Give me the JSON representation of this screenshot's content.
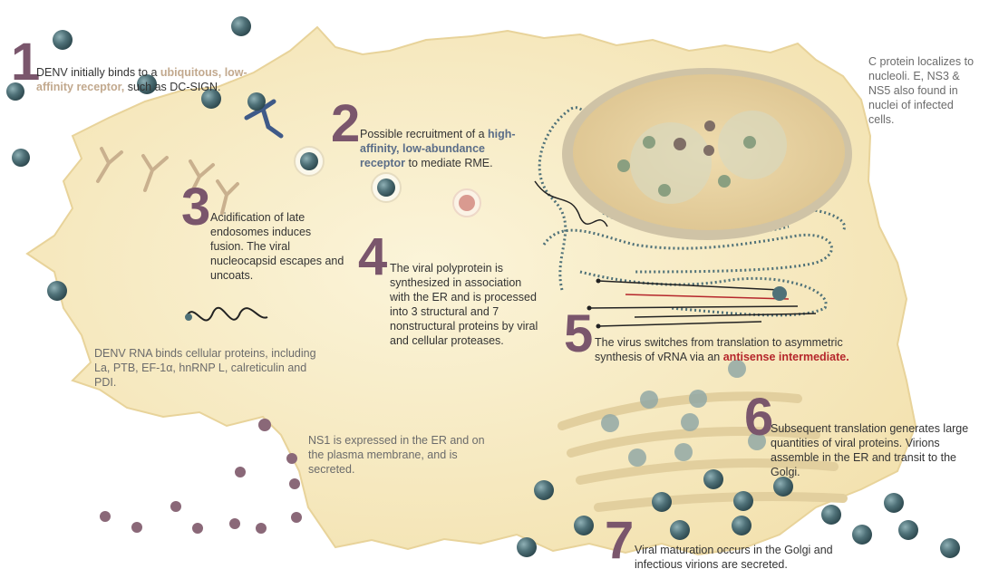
{
  "steps": [
    {
      "number": "1",
      "pre": "DENV initially binds to a ",
      "hl": "ubiquitous, low-affinity receptor,",
      "post": " such as DC-SIGN."
    },
    {
      "number": "2",
      "pre": "Possible recruitment of a ",
      "hl": "high-affinity, low-abundance receptor",
      "post": " to mediate RME."
    },
    {
      "number": "3",
      "text": "Acidification of late endosomes induces fusion. The viral nucleocapsid escapes and uncoats."
    },
    {
      "number": "4",
      "text": "The viral polyprotein is synthesized in association with the ER and is processed into 3 structural and 7 nonstructural proteins by viral and cellular proteases."
    },
    {
      "number": "5",
      "pre": "The virus switches from translation to asymmetric synthesis of vRNA via an ",
      "hl": "antisense intermediate."
    },
    {
      "number": "6",
      "text": "Subsequent translation generates large quantities of viral proteins. Virions assemble in the ER and transit to the Golgi."
    },
    {
      "number": "7",
      "text": "Viral maturation occurs in the Golgi and infectious virions are secreted."
    }
  ],
  "notes": {
    "nucleus": "C protein localizes to nucleoli. E, NS3 & NS5 also found in nuclei of infected cells.",
    "rna": "DENV RNA binds cellular proteins, including La, PTB, EF-1α, hnRNP L, calreticulin and PDI.",
    "ns1": "NS1 is expressed in the ER and on the plasma membrane, and is secreted."
  },
  "colors": {
    "cell": "#f7ebc2",
    "virion": "#4f7178",
    "number": "#7a566c",
    "highlight_receptor": "#c2a98e",
    "highlight_blue": "#5a6d88",
    "highlight_red": "#b5262b"
  }
}
